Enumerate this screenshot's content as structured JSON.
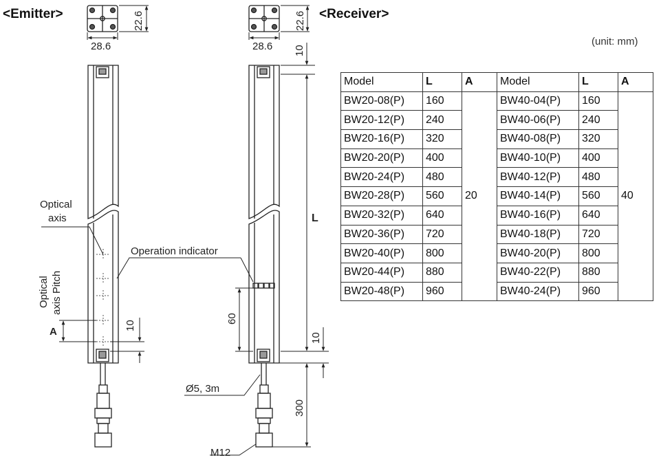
{
  "emitter_title": "<Emitter>",
  "receiver_title": "<Receiver>",
  "unit_note": "(unit: mm)",
  "labels": {
    "width": "28.6",
    "depth": "22.6",
    "optical_axis_line1": "Optical",
    "optical_axis_line2": "axis",
    "axis_pitch_line1": "Optical",
    "axis_pitch_line2": "axis Pitch",
    "pitch_letter": "A",
    "bottom_offset": "10",
    "operation_indicator": "Operation indicator",
    "top_offset": "10",
    "length_letter": "L",
    "indicator_height": "60",
    "cable": "Ø5, 3m",
    "cable_length": "300",
    "connector": "M12"
  },
  "table": {
    "headers": [
      "Model",
      "L",
      "A",
      "Model",
      "L",
      "A"
    ],
    "group1_a": "20",
    "group2_a": "40",
    "rows": [
      [
        "BW20-08(P)",
        "160",
        "BW40-04(P)",
        "160"
      ],
      [
        "BW20-12(P)",
        "240",
        "BW40-06(P)",
        "240"
      ],
      [
        "BW20-16(P)",
        "320",
        "BW40-08(P)",
        "320"
      ],
      [
        "BW20-20(P)",
        "400",
        "BW40-10(P)",
        "400"
      ],
      [
        "BW20-24(P)",
        "480",
        "BW40-12(P)",
        "480"
      ],
      [
        "BW20-28(P)",
        "560",
        "BW40-14(P)",
        "560"
      ],
      [
        "BW20-32(P)",
        "640",
        "BW40-16(P)",
        "640"
      ],
      [
        "BW20-36(P)",
        "720",
        "BW40-18(P)",
        "720"
      ],
      [
        "BW20-40(P)",
        "800",
        "BW40-20(P)",
        "800"
      ],
      [
        "BW20-44(P)",
        "880",
        "BW40-22(P)",
        "880"
      ],
      [
        "BW20-48(P)",
        "960",
        "BW40-24(P)",
        "960"
      ]
    ]
  }
}
